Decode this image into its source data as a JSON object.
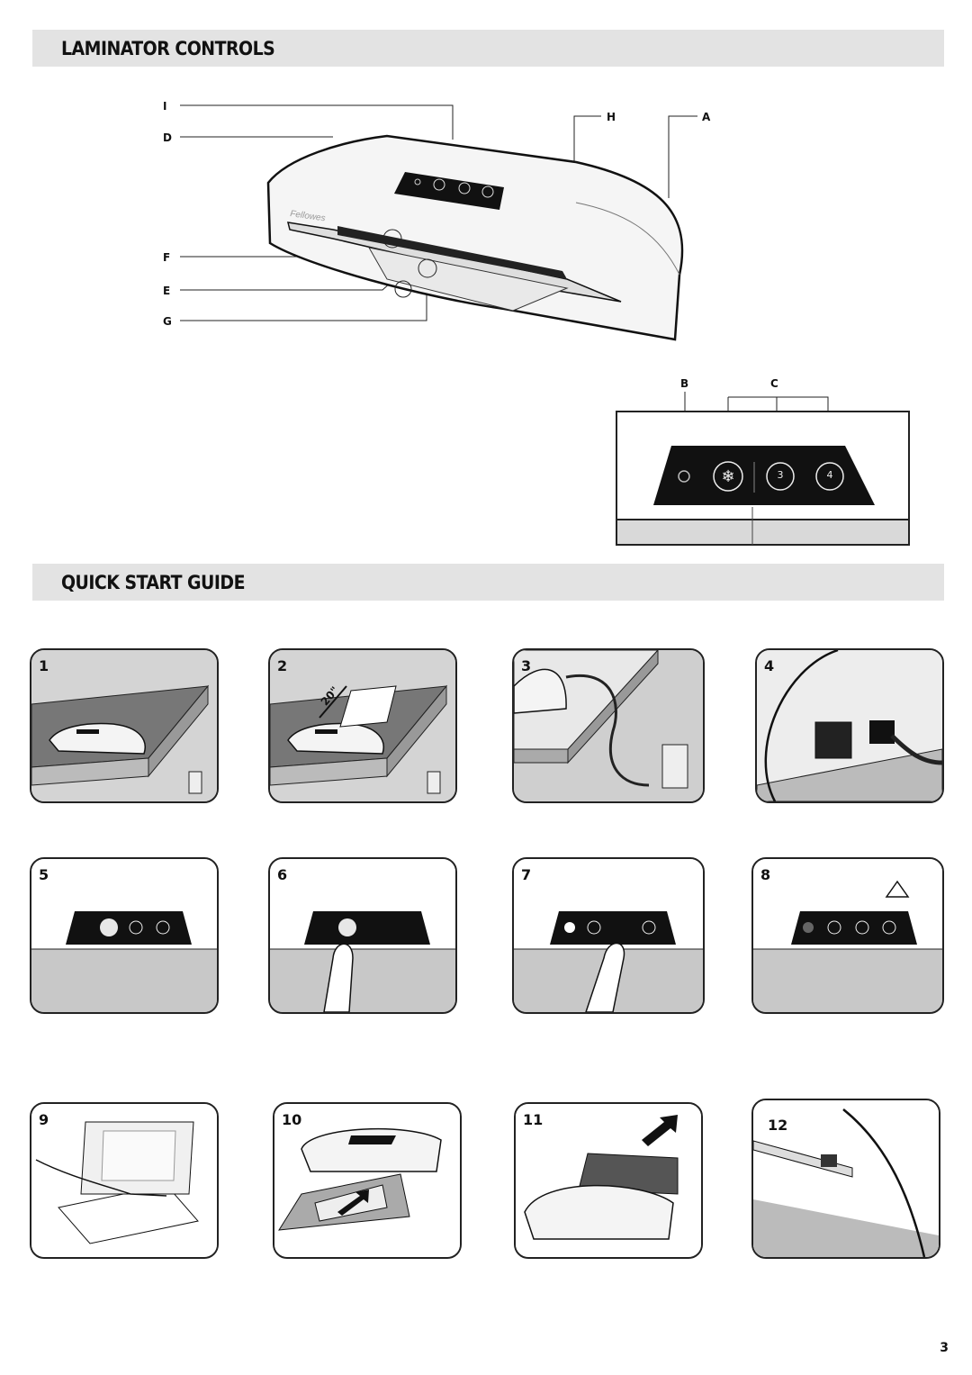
{
  "sections": {
    "controls_title": "LAMINATOR CONTROLS",
    "quick_start_title": "QUICK START GUIDE"
  },
  "brand": "Fellowes",
  "callouts": {
    "I": "I",
    "D": "D",
    "F": "F",
    "E": "E",
    "G": "G",
    "H": "H",
    "A": "A",
    "B": "B",
    "C": "C"
  },
  "control_panel": {
    "speed_3": "3",
    "speed_4": "4"
  },
  "steps": [
    "1",
    "2",
    "3",
    "4",
    "5",
    "6",
    "7",
    "8",
    "9",
    "10",
    "11",
    "12"
  ],
  "step2_measure": "20\"",
  "page_number": "3",
  "colors": {
    "header_bar": "#e3e3e3",
    "panel_bg": "#c8c8c8",
    "control_dark": "#111111"
  }
}
